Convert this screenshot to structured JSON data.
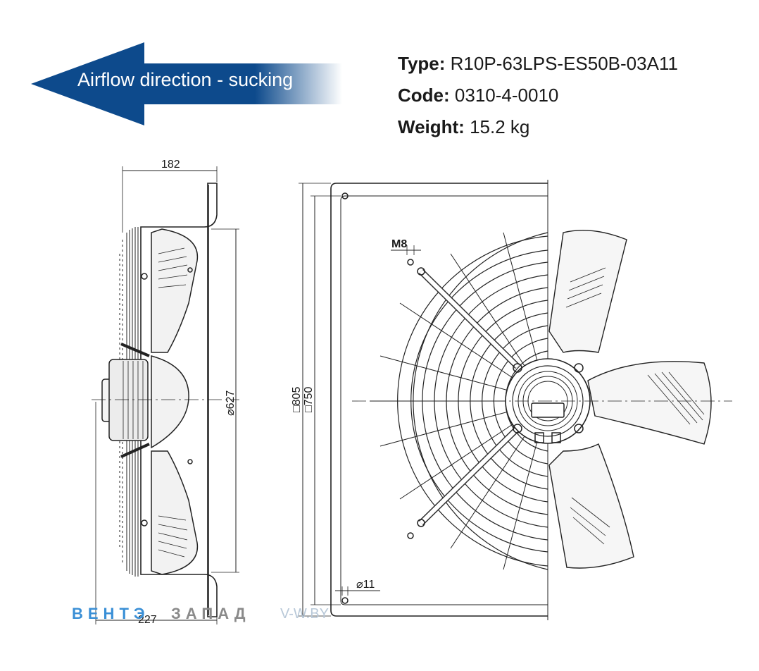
{
  "arrow": {
    "label": "Airflow direction - sucking",
    "color": "#0d4a8c"
  },
  "specs": {
    "type_key": "Type:",
    "type_val": "R10P-63LPS-ES50B-03A11",
    "code_key": "Code:",
    "code_val": "0310-4-0010",
    "weight_key": "Weight:",
    "weight_val": "15.2 kg"
  },
  "dimensions": {
    "depth": "182",
    "total_depth": "227",
    "diameter": "⌀627",
    "plate_outer": "□805",
    "plate_inner": "□750",
    "thread": "M8",
    "hole": "⌀11"
  },
  "watermark": {
    "part1": "ВЕНТЭ",
    "part2": "ЗАПАД",
    "url": "V-W.BY"
  }
}
